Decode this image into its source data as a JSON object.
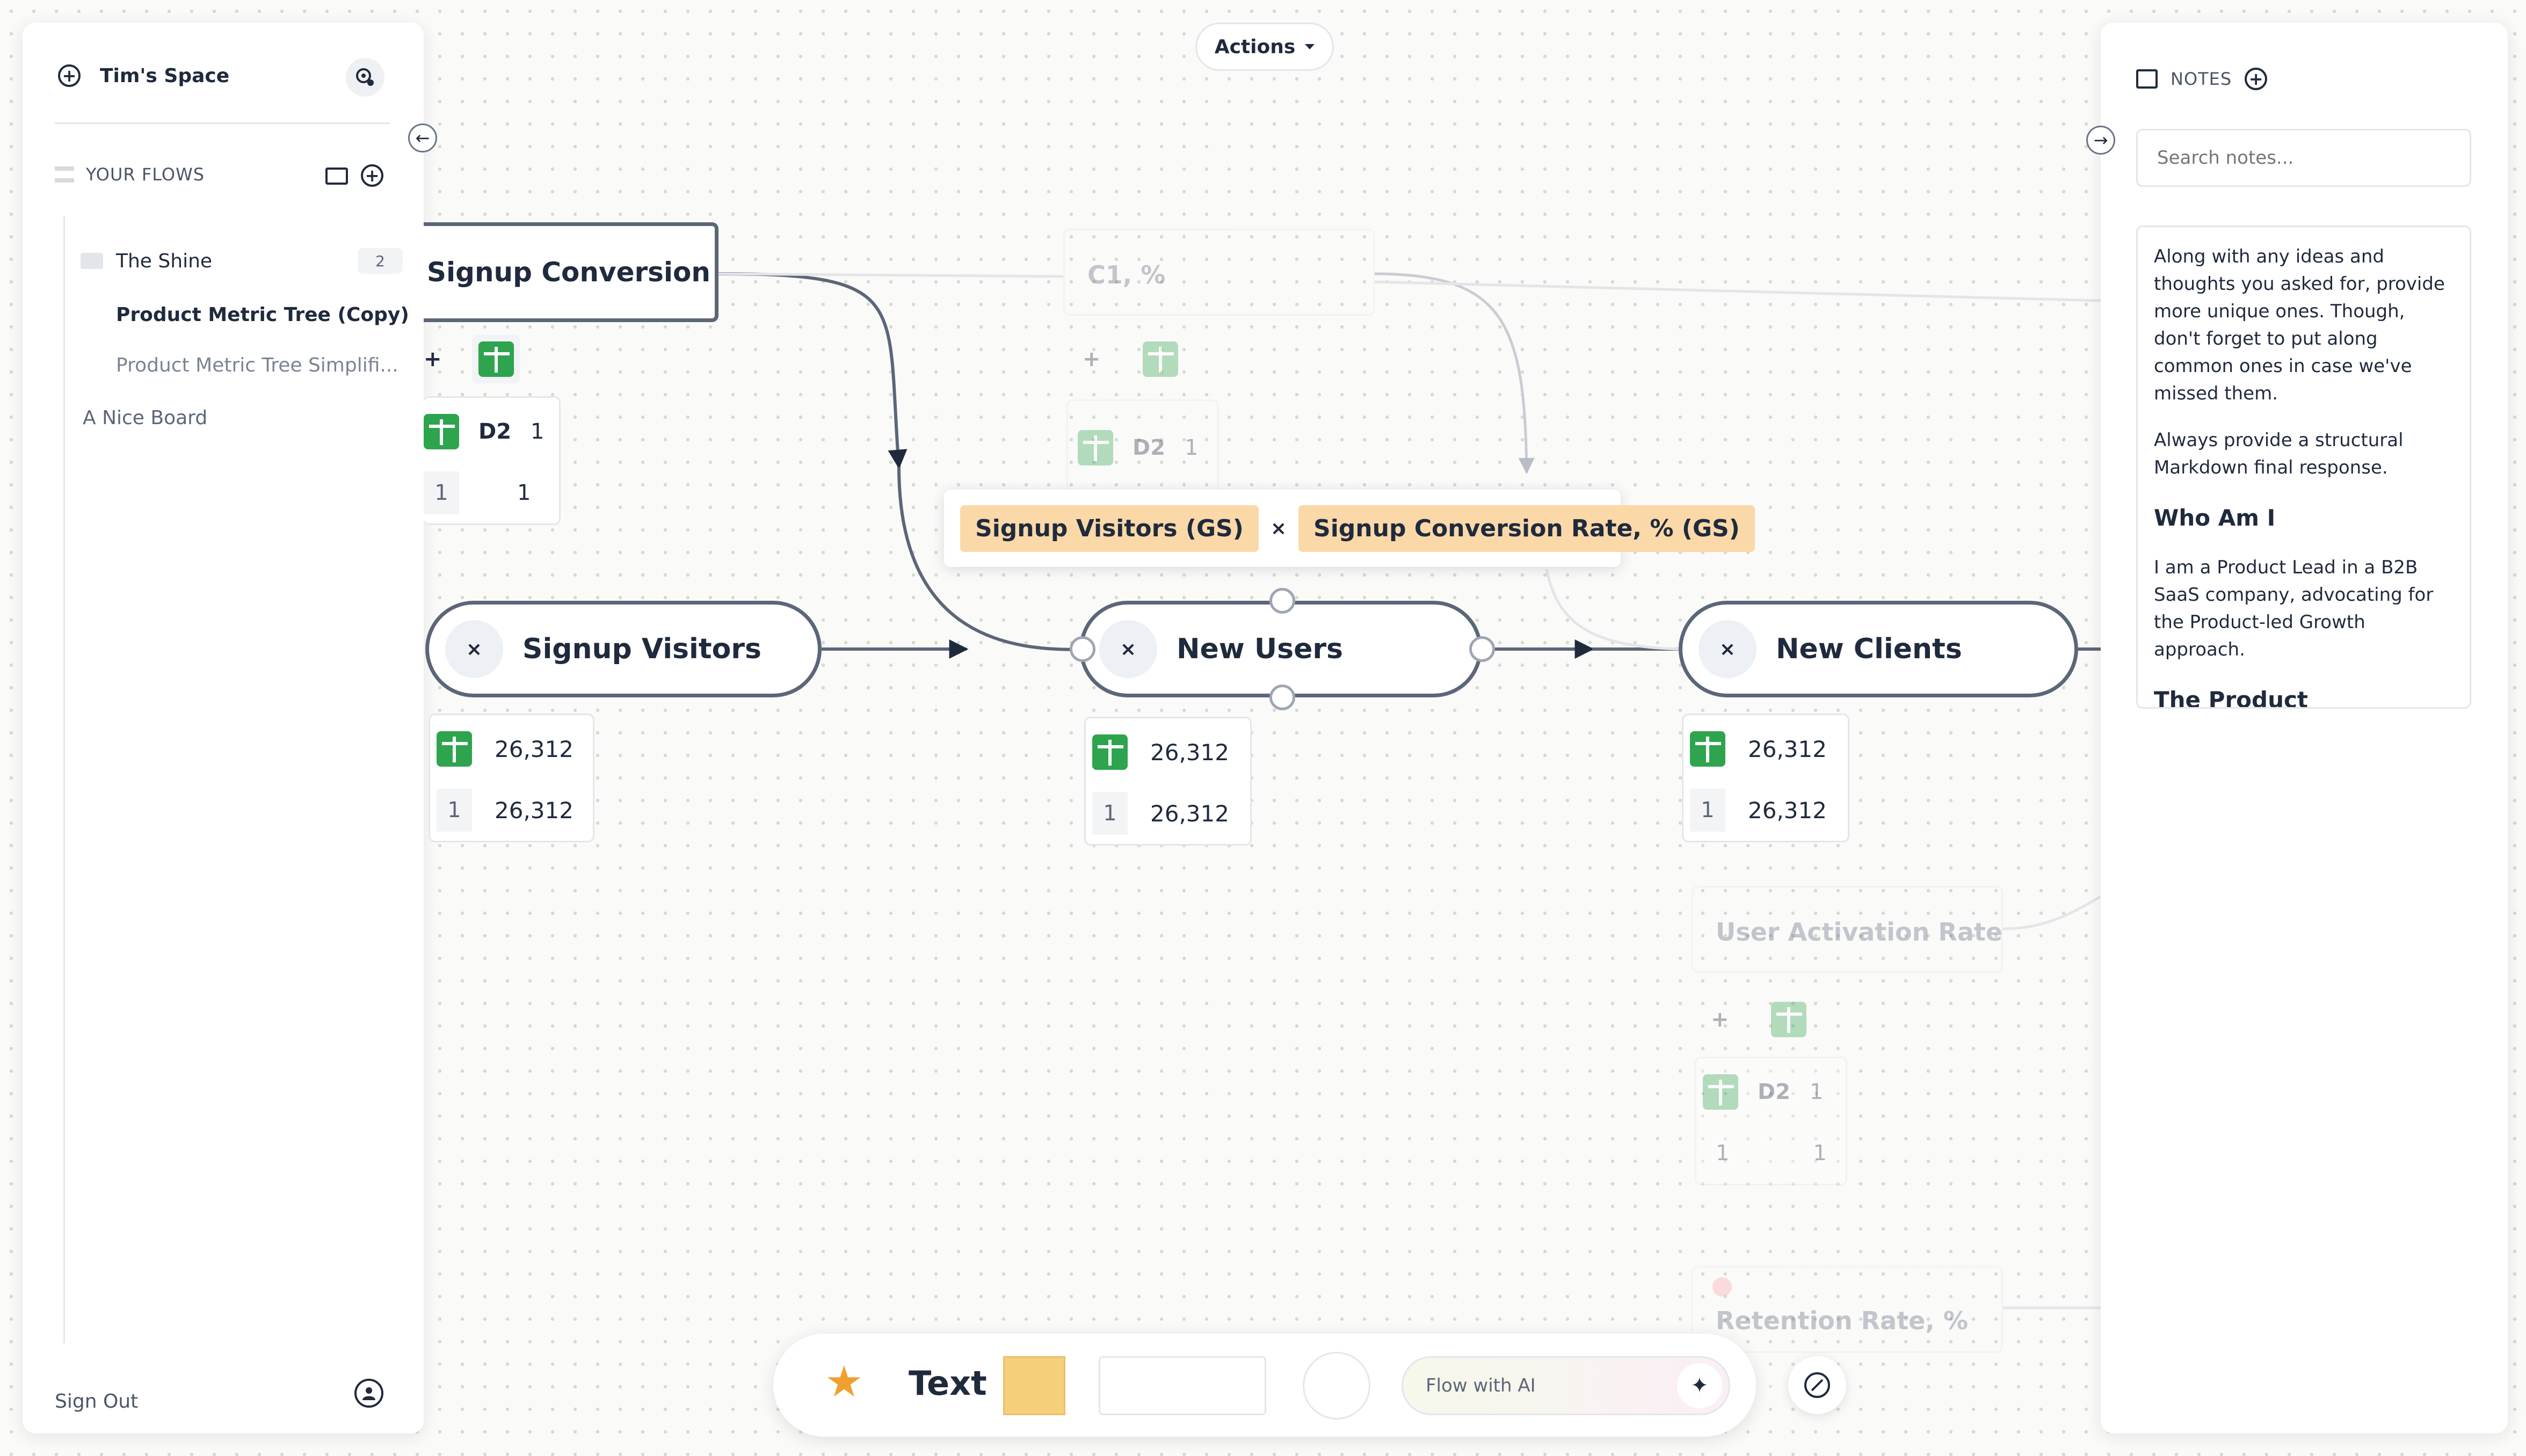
{
  "colors": {
    "accent_sheet": "#2ea44f",
    "node_border": "#5b6678",
    "formula_chip": "#fbd8a8",
    "swatch": "#f6cf7a"
  },
  "workspace": {
    "name": "Tim's Space"
  },
  "sidebar": {
    "section_label": "YOUR FLOWS",
    "folder": {
      "name": "The Shine",
      "count": "2"
    },
    "flows": [
      "Product Metric Tree (Copy)",
      "Product Metric Tree Simplifi..."
    ],
    "board": "A Nice Board",
    "sign_out": "Sign Out"
  },
  "top": {
    "actions_label": "Actions"
  },
  "notes": {
    "title": "NOTES",
    "search_placeholder": "Search notes...",
    "para1": "Along with any ideas and thoughts you asked for, provide more unique ones. Though, don't forget to put along common ones in case we've missed them.",
    "para2": "Always provide a structural Markdown final response.",
    "heading1": "Who Am I",
    "para3": "I am a Product Lead in a B2B SaaS company, advocating for the Product-led Growth approach.",
    "heading2": "The Product Description"
  },
  "canvas": {
    "conv_rate_label": "Signup Conversion Rat",
    "conv_card": {
      "col_header": "D2",
      "col_val": "1",
      "row_idx": "1",
      "row_val": "1"
    },
    "c1_label": "C1, %",
    "c1_card": {
      "col_header": "D2",
      "col_val": "1"
    },
    "formula": {
      "left": "Signup Visitors (GS)",
      "op": "×",
      "right": "Signup Conversion Rate, % (GS)"
    },
    "nodes": [
      {
        "label": "Signup Visitors",
        "value": "26,312",
        "row_idx": "1",
        "row_val": "26,312"
      },
      {
        "label": "New Users",
        "value": "26,312",
        "row_idx": "1",
        "row_val": "26,312"
      },
      {
        "label": "New Clients",
        "value": "26,312",
        "row_idx": "1",
        "row_val": "26,312"
      }
    ],
    "x_glyph": "×",
    "plus_glyph": "+",
    "activation": {
      "label": "User Activation Rate, %",
      "col_header": "D2",
      "col_val": "1",
      "row_idx": "1",
      "row_val": "1"
    },
    "retention": {
      "label": "Retention Rate, %"
    }
  },
  "toolbar": {
    "text_label": "Text",
    "ai_placeholder": "Flow with AI"
  }
}
